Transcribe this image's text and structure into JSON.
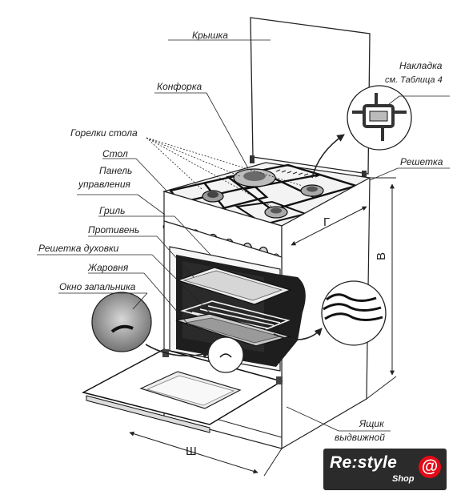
{
  "labels": {
    "lid": "Крышка",
    "overlay_line1": "Накладка",
    "overlay_line2": "см. Таблица 4",
    "burner": "Конфорка",
    "hob_burners": "Горелки стола",
    "table": "Стол",
    "panel_line1": "Панель",
    "panel_line2": "управления",
    "grid": "Решетка",
    "grill": "Гриль",
    "baking_tray": "Противень",
    "oven_rack": "Решетка духовки",
    "roasting_pan": "Жаровня",
    "ignition_window": "Окно запальника",
    "drawer_line1": "Ящик",
    "drawer_line2": "выдвижной"
  },
  "dimensions": {
    "depth": "Г",
    "height": "В",
    "width": "Ш"
  },
  "logo": {
    "brand": "Re:style",
    "shop": "Shop",
    "at": "@",
    "brand_color": "#e30a17"
  },
  "colors": {
    "line": "#222222",
    "oven_dark": "#1e1e1e",
    "panel_gray": "#f0f0f0"
  }
}
